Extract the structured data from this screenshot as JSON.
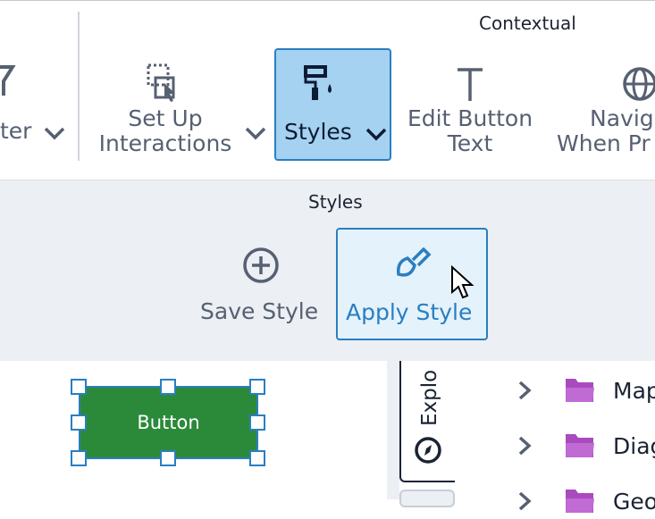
{
  "ribbon": {
    "context_label": "Contextual",
    "filter_label": "ter",
    "setup_line1": "Set Up",
    "setup_line2": "Interactions",
    "styles_label": "Styles",
    "edit_line1": "Edit Button",
    "edit_line2": "Text",
    "nav_line1": "Navig",
    "nav_line2": "When Pr"
  },
  "styles_panel": {
    "title": "Styles",
    "save_label": "Save Style",
    "apply_label": "Apply Style"
  },
  "canvas": {
    "button_label": "Button",
    "button_color": "#2b8a3a"
  },
  "explorer": {
    "tab_label": "Explo",
    "items": [
      {
        "label": "Map"
      },
      {
        "label": "Diag"
      },
      {
        "label": "Geo"
      }
    ],
    "folder_color": "#a94bbf"
  },
  "colors": {
    "accent": "#2a7ec0",
    "selected_bg": "#a5d2f0"
  }
}
